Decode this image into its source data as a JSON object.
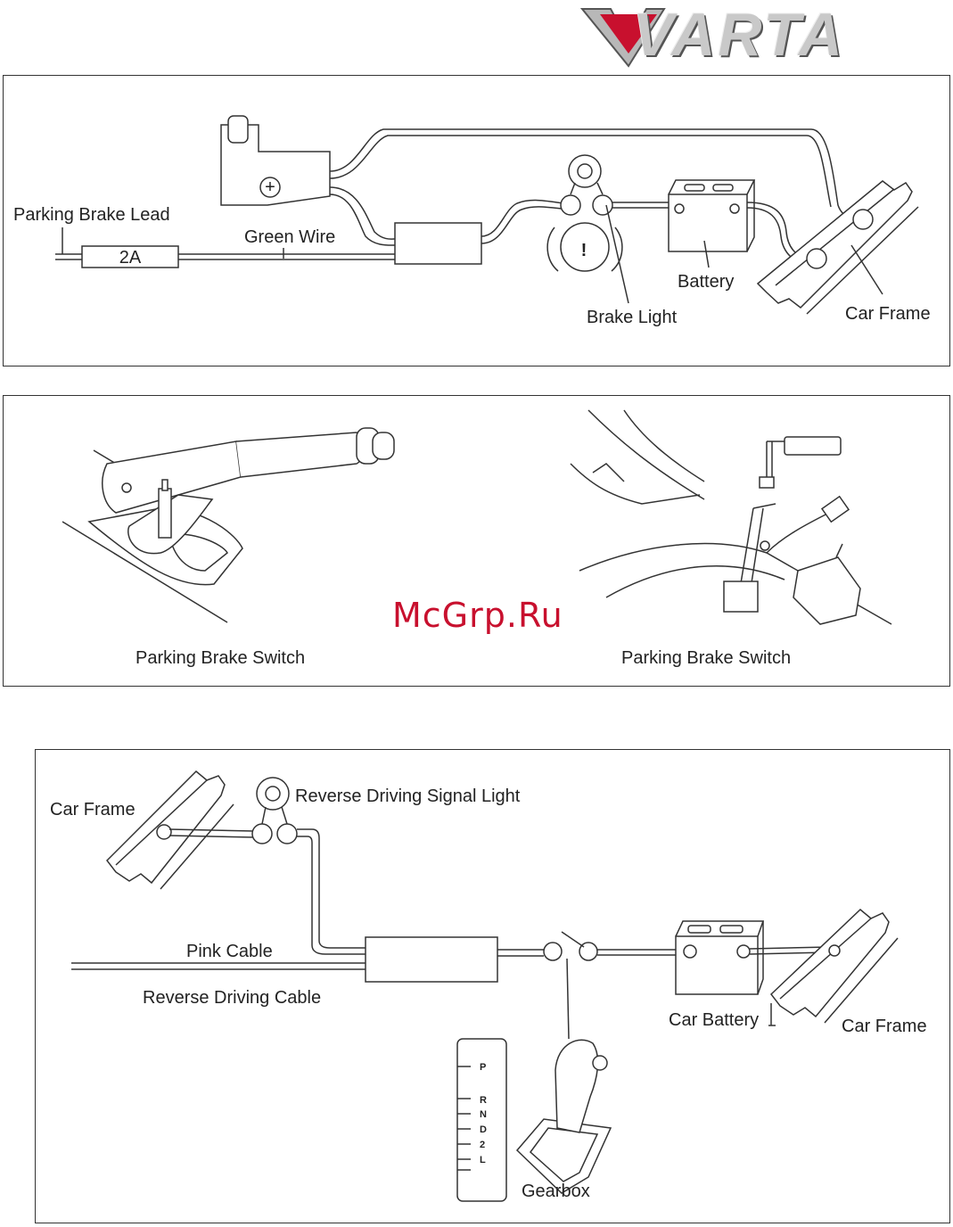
{
  "brand": {
    "logo_text": "VARTA",
    "logo_color": "#c8102e"
  },
  "watermark": "McGrp.Ru",
  "diagram1": {
    "parking_brake_lead": "Parking Brake Lead",
    "fuse": "2A",
    "green_wire": "Green Wire",
    "battery": "Battery",
    "brake_light": "Brake Light",
    "car_frame": "Car Frame",
    "warning_symbol": "!",
    "plus_symbol": "+"
  },
  "diagram2": {
    "left_label": "Parking Brake Switch",
    "right_label": "Parking Brake Switch"
  },
  "diagram3": {
    "car_frame_left": "Car Frame",
    "reverse_light": "Reverse Driving Signal Light",
    "pink_cable": "Pink Cable",
    "reverse_cable": "Reverse Driving Cable",
    "car_battery": "Car Battery",
    "car_frame_right": "Car Frame",
    "gearbox": "Gearbox",
    "gear_positions": [
      "P",
      "R",
      "N",
      "D",
      "2",
      "L"
    ]
  }
}
